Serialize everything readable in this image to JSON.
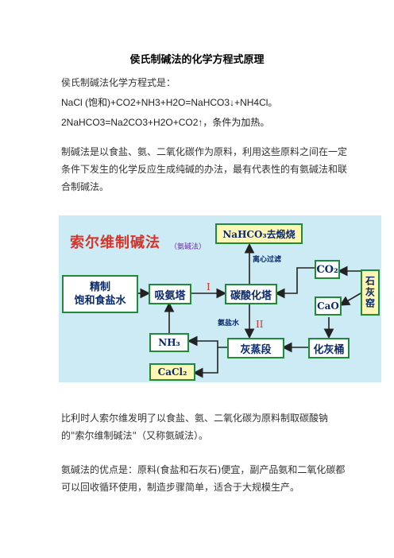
{
  "title": "侯氏制碱法的化学方程式原理",
  "intro": "侯氏制碱法化学方程式是：",
  "eq1": "NaCl (饱和)+CO2+NH3+H2O=NaHCO3↓+NH4Cl。",
  "eq2": "2NaHCO3=Na2CO3+H2O+CO2↑，条件为加热。",
  "para1": "制碱法是以食盐、氨、二氧化碳作为原料，利用这些原料之间在一定条件下发生的化学反应生成纯碱的办法，最有代表性的有氨碱法和联合制碱法。",
  "diagram": {
    "title": "索尔维制碱法",
    "subtitle": "（氨碱法）",
    "nahco3_box": "NaHCO₃去煅烧",
    "centrifuge_label": "离心过滤",
    "brine_line1": "精制",
    "brine_line2": "饱和食盐水",
    "ammonia_tower": "吸氨塔",
    "carbonation_tower": "碳酸化塔",
    "co2_box": "CO₂",
    "kiln_box": "石灰窑",
    "cao_box": "CaO",
    "slaker_box": "化灰桶",
    "nh3_box": "NH₃",
    "ammonia_brine_label": "氨盐水",
    "lime_distill_box": "灰蒸段",
    "cacl2_box": "CaCl₂",
    "roman1": "I",
    "roman2": "II"
  },
  "para2": "比利时人索尔维发明了以食盐、氨、二氧化碳为原料制取碳酸钠的\"索尔维制碱法\"（又称氨碱法）。",
  "para3": "氨碱法的优点是：原料(食盐和石灰石)便宜，副产品氨和二氧化碳都可以回收循环使用，制造步骤简单，适合于大规模生产。"
}
